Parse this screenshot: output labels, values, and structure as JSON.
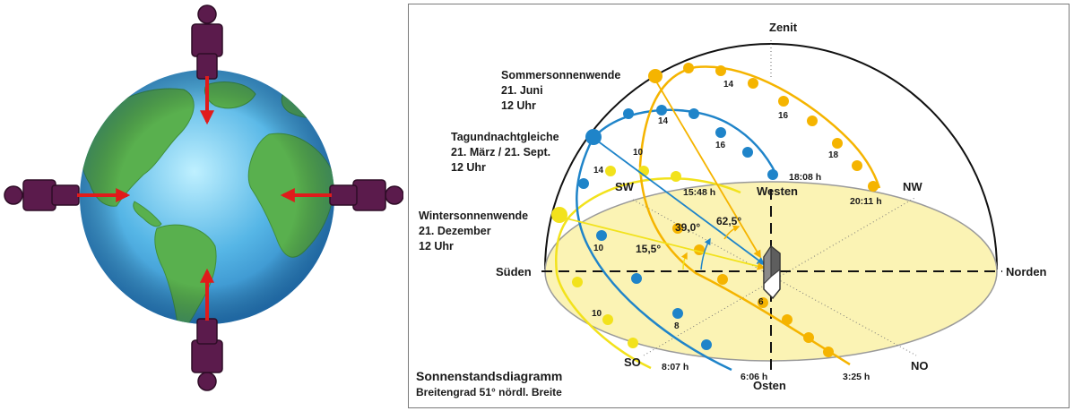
{
  "colors": {
    "ocean": "#56b6e6",
    "land": "#59b04e",
    "person": "#5b1b4c",
    "arrow": "#e01b1b",
    "summer_path": "#f5b400",
    "equinox_path": "#1f84c9",
    "winter_path": "#f2e21c",
    "horizon_fill": "#fbf3b4"
  },
  "left_figure": {
    "icons": [
      "globe-icon",
      "person-icon",
      "red-arrow-icon"
    ]
  },
  "diagram": {
    "zenith": "Zenit",
    "directions": {
      "south": "Süden",
      "north": "Norden",
      "east": "Osten",
      "west": "Westen",
      "sw": "SW",
      "nw": "NW",
      "so": "SO",
      "no": "NO"
    },
    "summer": {
      "line1": "Sommersonnenwende",
      "line2": "21. Juni",
      "line3": "12 Uhr"
    },
    "equinox": {
      "line1": "Tagundnachtgleiche",
      "line2": "21. März / 21. Sept.",
      "line3": "12 Uhr"
    },
    "winter": {
      "line1": "Wintersonnenwende",
      "line2": "21. Dezember",
      "line3": "12 Uhr"
    },
    "angles": {
      "summer": "62,5°",
      "equinox": "39,0°",
      "winter": "15,5°"
    },
    "times": {
      "summer_set": "20:11 h",
      "summer_rise": "3:25 h",
      "equinox_set": "18:08 h",
      "equinox_rise": "6:06 h",
      "winter_set": "15:48 h",
      "winter_rise": "8:07 h"
    },
    "hours": {
      "summer_14": "14",
      "summer_16": "16",
      "summer_18": "18",
      "summer_10": "10",
      "summer_6": "6",
      "equinox_14": "14",
      "equinox_16": "16",
      "equinox_10": "10",
      "equinox_8": "8",
      "winter_14": "14",
      "winter_10": "10"
    },
    "caption": {
      "title": "Sonnenstandsdiagramm",
      "subtitle": "Breitengrad 51° nördl. Breite"
    }
  }
}
